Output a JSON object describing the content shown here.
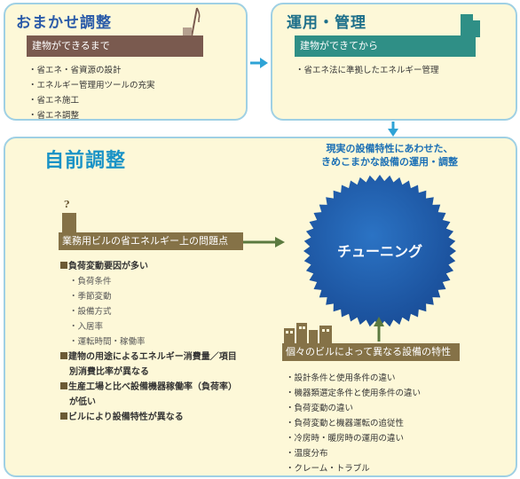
{
  "omakase": {
    "title": "おまかせ調整",
    "bar": "建物ができるまで",
    "items": [
      "・省エネ・省資源の設計",
      "・エネルギー管理用ツールの充実",
      "・省エネ施工",
      "・省エネ調整"
    ]
  },
  "unyou": {
    "title": "運用・管理",
    "bar": "建物ができてから",
    "items": [
      "・省エネ法に準拠したエネルギー管理"
    ]
  },
  "jimae": {
    "title": "自前調整",
    "note_line1": "現実の設備特性にあわせた、",
    "note_line2": "きめこまかな設備の運用・調整",
    "center_label": "チューニング",
    "issues_bar": "業務用ビルの省エネルギー上の問題点",
    "issues": {
      "head1": "負荷変動要因が多い",
      "subs": [
        "・負荷条件",
        "・季節変動",
        "・設備方式",
        "・入居率",
        "・運転時間・稼働率"
      ],
      "head2a": "建物の用途によるエネルギー消費量／項目",
      "head2b": "別消費比率が異なる",
      "head3a": "生産工場と比べ設備機器稼働率（負荷率）",
      "head3b": "が低い",
      "head4": "ビルにより設備特性が異なる"
    },
    "qmark": "?",
    "traits_bar": "個々のビルによって異なる設備の特性",
    "traits": [
      "・設計条件と使用条件の違い",
      "・機器類選定条件と使用条件の違い",
      "・負荷変動の違い",
      "・負荷変動と機器運転の追従性",
      "・冷房時・暖房時の運用の違い",
      "・温度分布",
      "・クレーム・トラブル"
    ]
  },
  "colors": {
    "panel_bg": "#fdf8d8",
    "panel_border": "#9fd0e4",
    "arrow": "#2ea3d6",
    "gear": "#1f5fb0"
  }
}
